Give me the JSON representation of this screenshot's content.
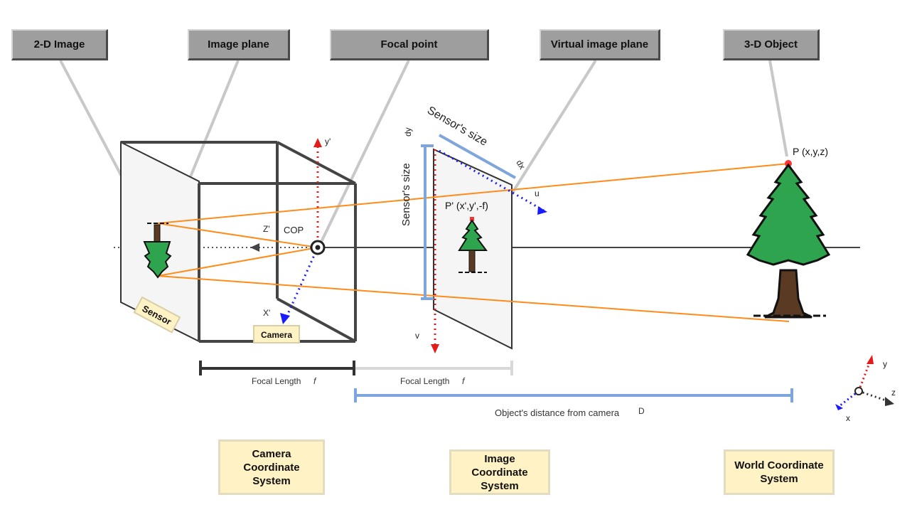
{
  "headers": {
    "image_2d": "2-D Image",
    "image_plane": "Image plane",
    "focal_point": "Focal point",
    "virtual_image_plane": "Virtual image plane",
    "object_3d": "3-D Object"
  },
  "systems": {
    "camera": "Camera\nCoordinate\nSystem",
    "image": "Image\nCoordinate\nSystem",
    "world": "World Coordinate\nSystem"
  },
  "labels": {
    "sensor": "Sensor",
    "camera": "Camera",
    "cop": "COP",
    "z_prime": "Z'",
    "x_prime": "X'",
    "y_prime": "y'",
    "point_image": "P' (x',y',-f)",
    "point_object": "P (x,y,z)",
    "sensor_size_top": "Sensor's size",
    "sensor_size_side": "Sensor's size",
    "d_x": "dx",
    "d_y": "dy",
    "img_u": "u",
    "img_v": "v",
    "focal_length_1": "Focal Length",
    "focal_length_2": "Focal Length",
    "f_symbol": "f",
    "distance": "Object's distance from camera",
    "distance_symbol": "D",
    "world_x": "x",
    "world_y": "y",
    "world_z": "z"
  },
  "colors": {
    "ray": "#ff8c1a",
    "axis_red": "#e31b1b",
    "axis_blue": "#1a1aff",
    "sensor_blue": "#7ea6dd",
    "tree_green": "#2ea44f",
    "trunk": "#5a3a22",
    "header_bg": "#9e9e9e",
    "system_bg": "#fff2c4"
  }
}
